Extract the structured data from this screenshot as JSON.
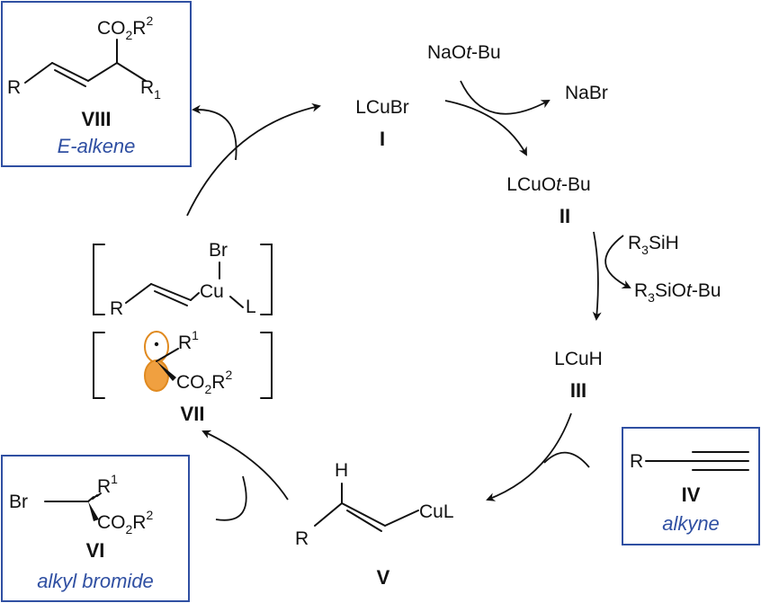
{
  "nodes": {
    "I": {
      "formula": "LCuBr",
      "numeral": "I"
    },
    "II": {
      "formula_parts": [
        "LCuO",
        "t",
        "-Bu"
      ],
      "numeral": "II"
    },
    "III": {
      "formula": "LCuH",
      "numeral": "III"
    },
    "V": {
      "numeral": "V",
      "h": "H",
      "r": "R",
      "cul": "CuL"
    },
    "VII": {
      "numeral": "VII",
      "br": "Br",
      "cu": "Cu",
      "l": "L",
      "r": "R",
      "r1": "R",
      "r1_sup": "1",
      "co2": "CO",
      "co2_sub": "2",
      "co2_r": "R",
      "co2_sup": "2"
    }
  },
  "reagents": {
    "naotbu": {
      "parts": [
        "NaO",
        "t",
        "-Bu"
      ]
    },
    "nabr": "NaBr",
    "r3sih": {
      "r": "R",
      "sub": "3",
      "rest": "SiH"
    },
    "r3siotbu": {
      "r": "R",
      "sub": "3",
      "rest": "SiO",
      "t": "t",
      "tail": "-Bu"
    }
  },
  "boxes": {
    "VIII": {
      "numeral": "VIII",
      "caption": "E-alkene",
      "co2": "CO",
      "co2_sub": "2",
      "co2_r": "R",
      "co2_sup": "2",
      "r": "R",
      "r1": "R",
      "r1_sub": "1"
    },
    "IV": {
      "numeral": "IV",
      "caption": "alkyne",
      "r": "R"
    },
    "VI": {
      "numeral": "VI",
      "caption": "alkyl bromide",
      "br": "Br",
      "r1": "R",
      "r1_sup": "1",
      "co2": "CO",
      "co2_sub": "2",
      "co2_r": "R",
      "co2_sup": "2"
    }
  },
  "colors": {
    "box": "#2f4fa2",
    "orbital": "#f0a040",
    "orbital_dark": "#e08a20",
    "text": "#111111"
  }
}
